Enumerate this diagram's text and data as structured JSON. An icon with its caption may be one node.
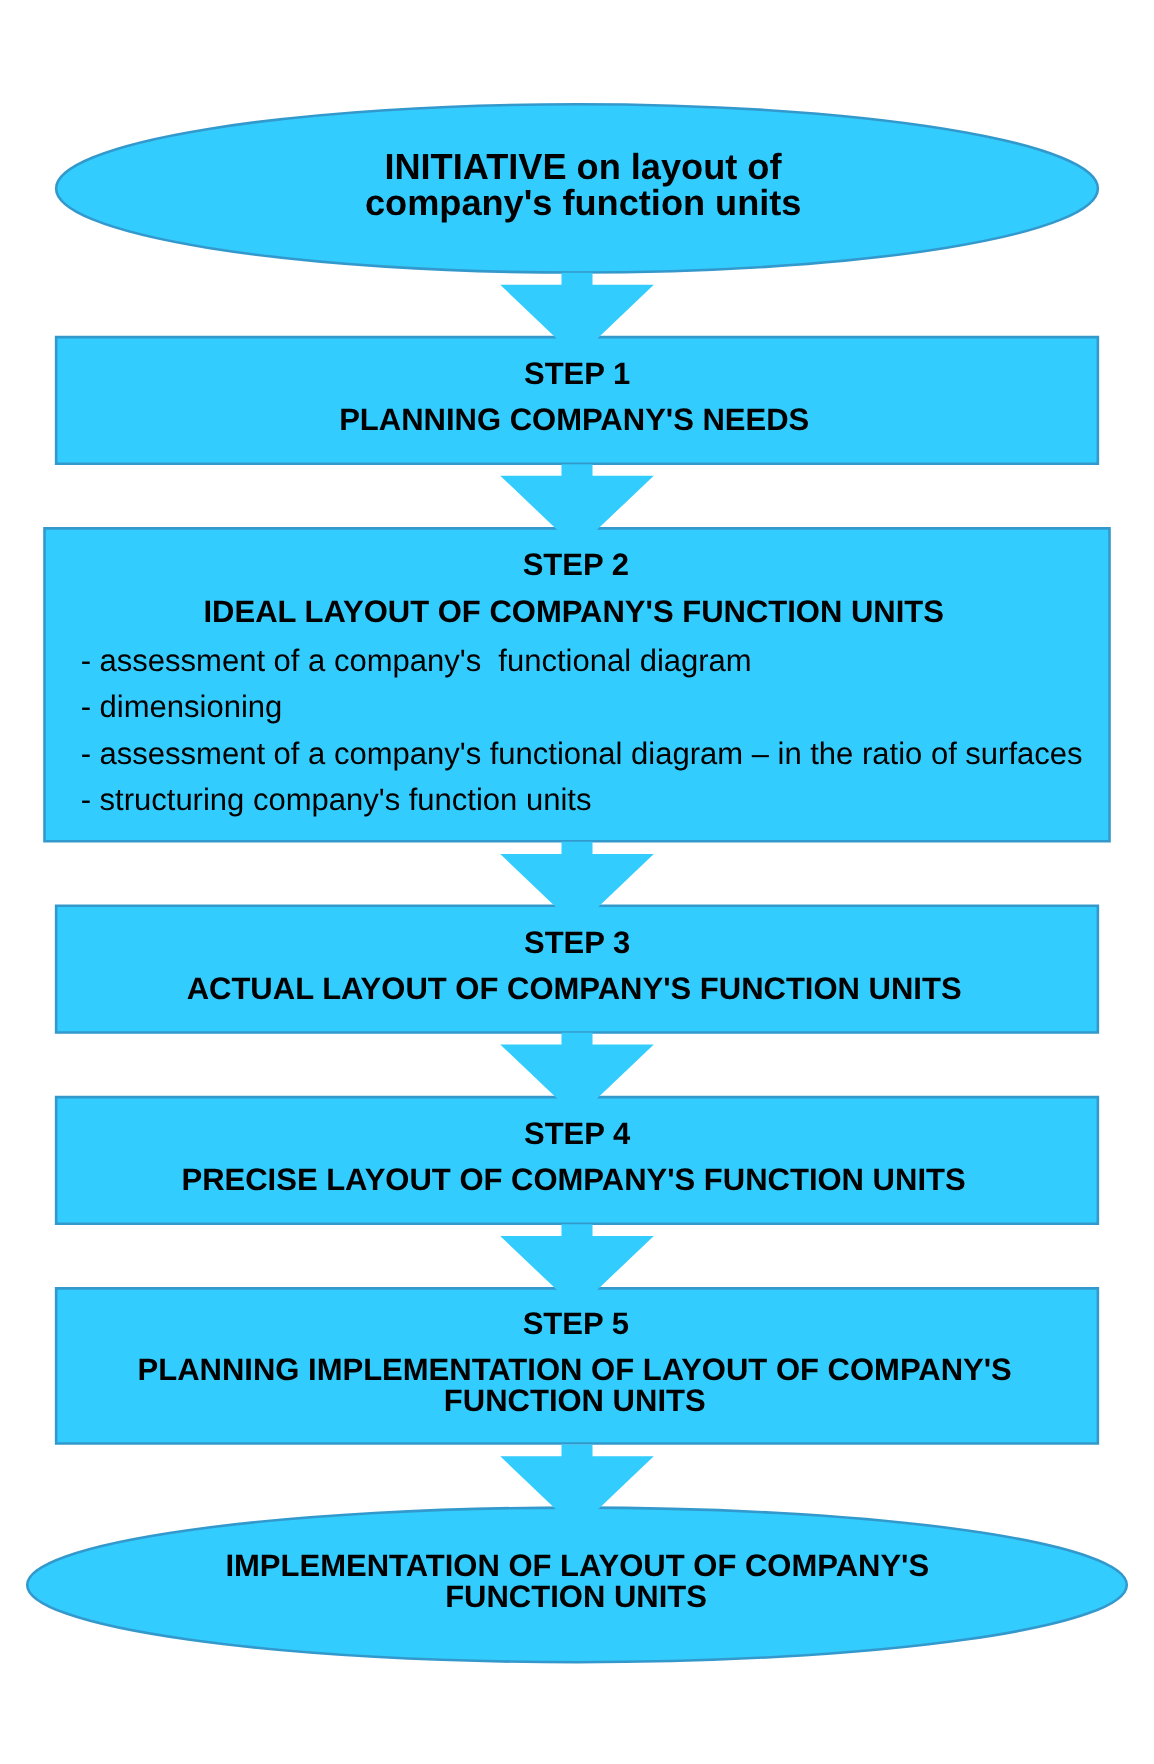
{
  "diagram": {
    "nodes": [
      {
        "text": [
          "INITIATIVE on layout of company's function units"
        ]
      },
      {
        "text": [
          "STEP 1",
          "PLANNING COMPANY'S NEEDS"
        ]
      },
      {
        "text": [
          "STEP 2",
          "IDEAL LAYOUT OF COMPANY'S FUNCTION UNITS",
          "- assessment of a company's  functional diagram",
          "- dimensioning",
          "- assessment of a company's functional diagram – in the ratio of surfaces",
          "- structuring company's function units"
        ]
      },
      {
        "text": [
          "STEP 3",
          "ACTUAL LAYOUT OF COMPANY'S FUNCTION UNITS"
        ]
      },
      {
        "text": [
          "STEP 4",
          "PRECISE LAYOUT OF COMPANY'S FUNCTION UNITS"
        ]
      },
      {
        "text": [
          "STEP 5",
          "PLANNING IMPLEMENTATION OF LAYOUT OF COMPANY'S FUNCTION UNITS"
        ]
      },
      {
        "text": [
          "IMPLEMENTATION OF LAYOUT OF COMPANY'S FUNCTION UNITS"
        ]
      }
    ],
    "edges": [
      {
        "from": 0,
        "to": 1,
        "arrow": "to"
      },
      {
        "from": 1,
        "to": 2,
        "arrow": "to"
      },
      {
        "from": 2,
        "to": 3,
        "arrow": "to"
      },
      {
        "from": 3,
        "to": 4,
        "arrow": "to"
      },
      {
        "from": 4,
        "to": 5,
        "arrow": "to"
      },
      {
        "from": 5,
        "to": 6,
        "arrow": "to"
      }
    ]
  }
}
